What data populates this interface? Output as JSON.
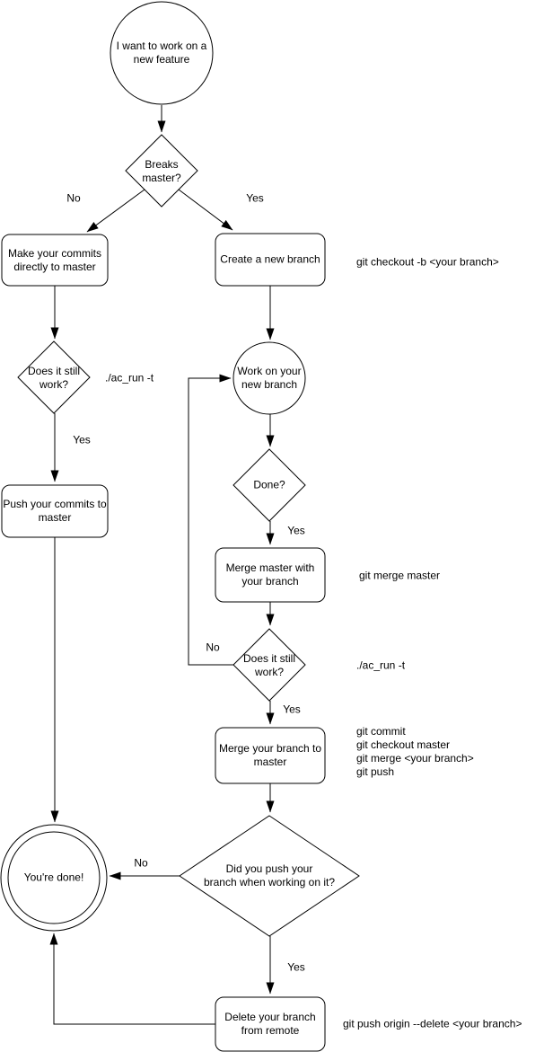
{
  "colors": {
    "stroke": "#000000",
    "fill": "#ffffff",
    "text": "#000000"
  },
  "nodes": {
    "start": "I want to work on a\nnew feature",
    "breaks_master": "Breaks\nmaster?",
    "make_commits": "Make your commits\ndirectly to master",
    "create_branch": "Create a new branch",
    "still_work_1": "Does it still\nwork?",
    "push_commits": "Push your commits to\nmaster",
    "work_branch": "Work on your\nnew branch",
    "done_question": "Done?",
    "merge_master": "Merge master with\nyour branch",
    "still_work_2": "Does it still\nwork?",
    "merge_branch": "Merge your branch to\nmaster",
    "push_question": "Did you push your\nbranch when working on it?",
    "youre_done": "You're done!",
    "delete_branch": "Delete your branch\nfrom remote"
  },
  "edge_labels": {
    "breaks_no": "No",
    "breaks_yes": "Yes",
    "still1_yes": "Yes",
    "done_yes": "Yes",
    "still2_no": "No",
    "still2_yes": "Yes",
    "push_no": "No",
    "push_yes": "Yes"
  },
  "annotations": {
    "create_branch": "git checkout -b <your branch>",
    "still_work_1": "./ac_run -t",
    "merge_master": "git merge master",
    "still_work_2": "./ac_run -t",
    "merge_branch": "git commit\ngit checkout master\ngit merge <your branch>\ngit push",
    "delete_branch": "git push origin --delete <your branch>"
  }
}
